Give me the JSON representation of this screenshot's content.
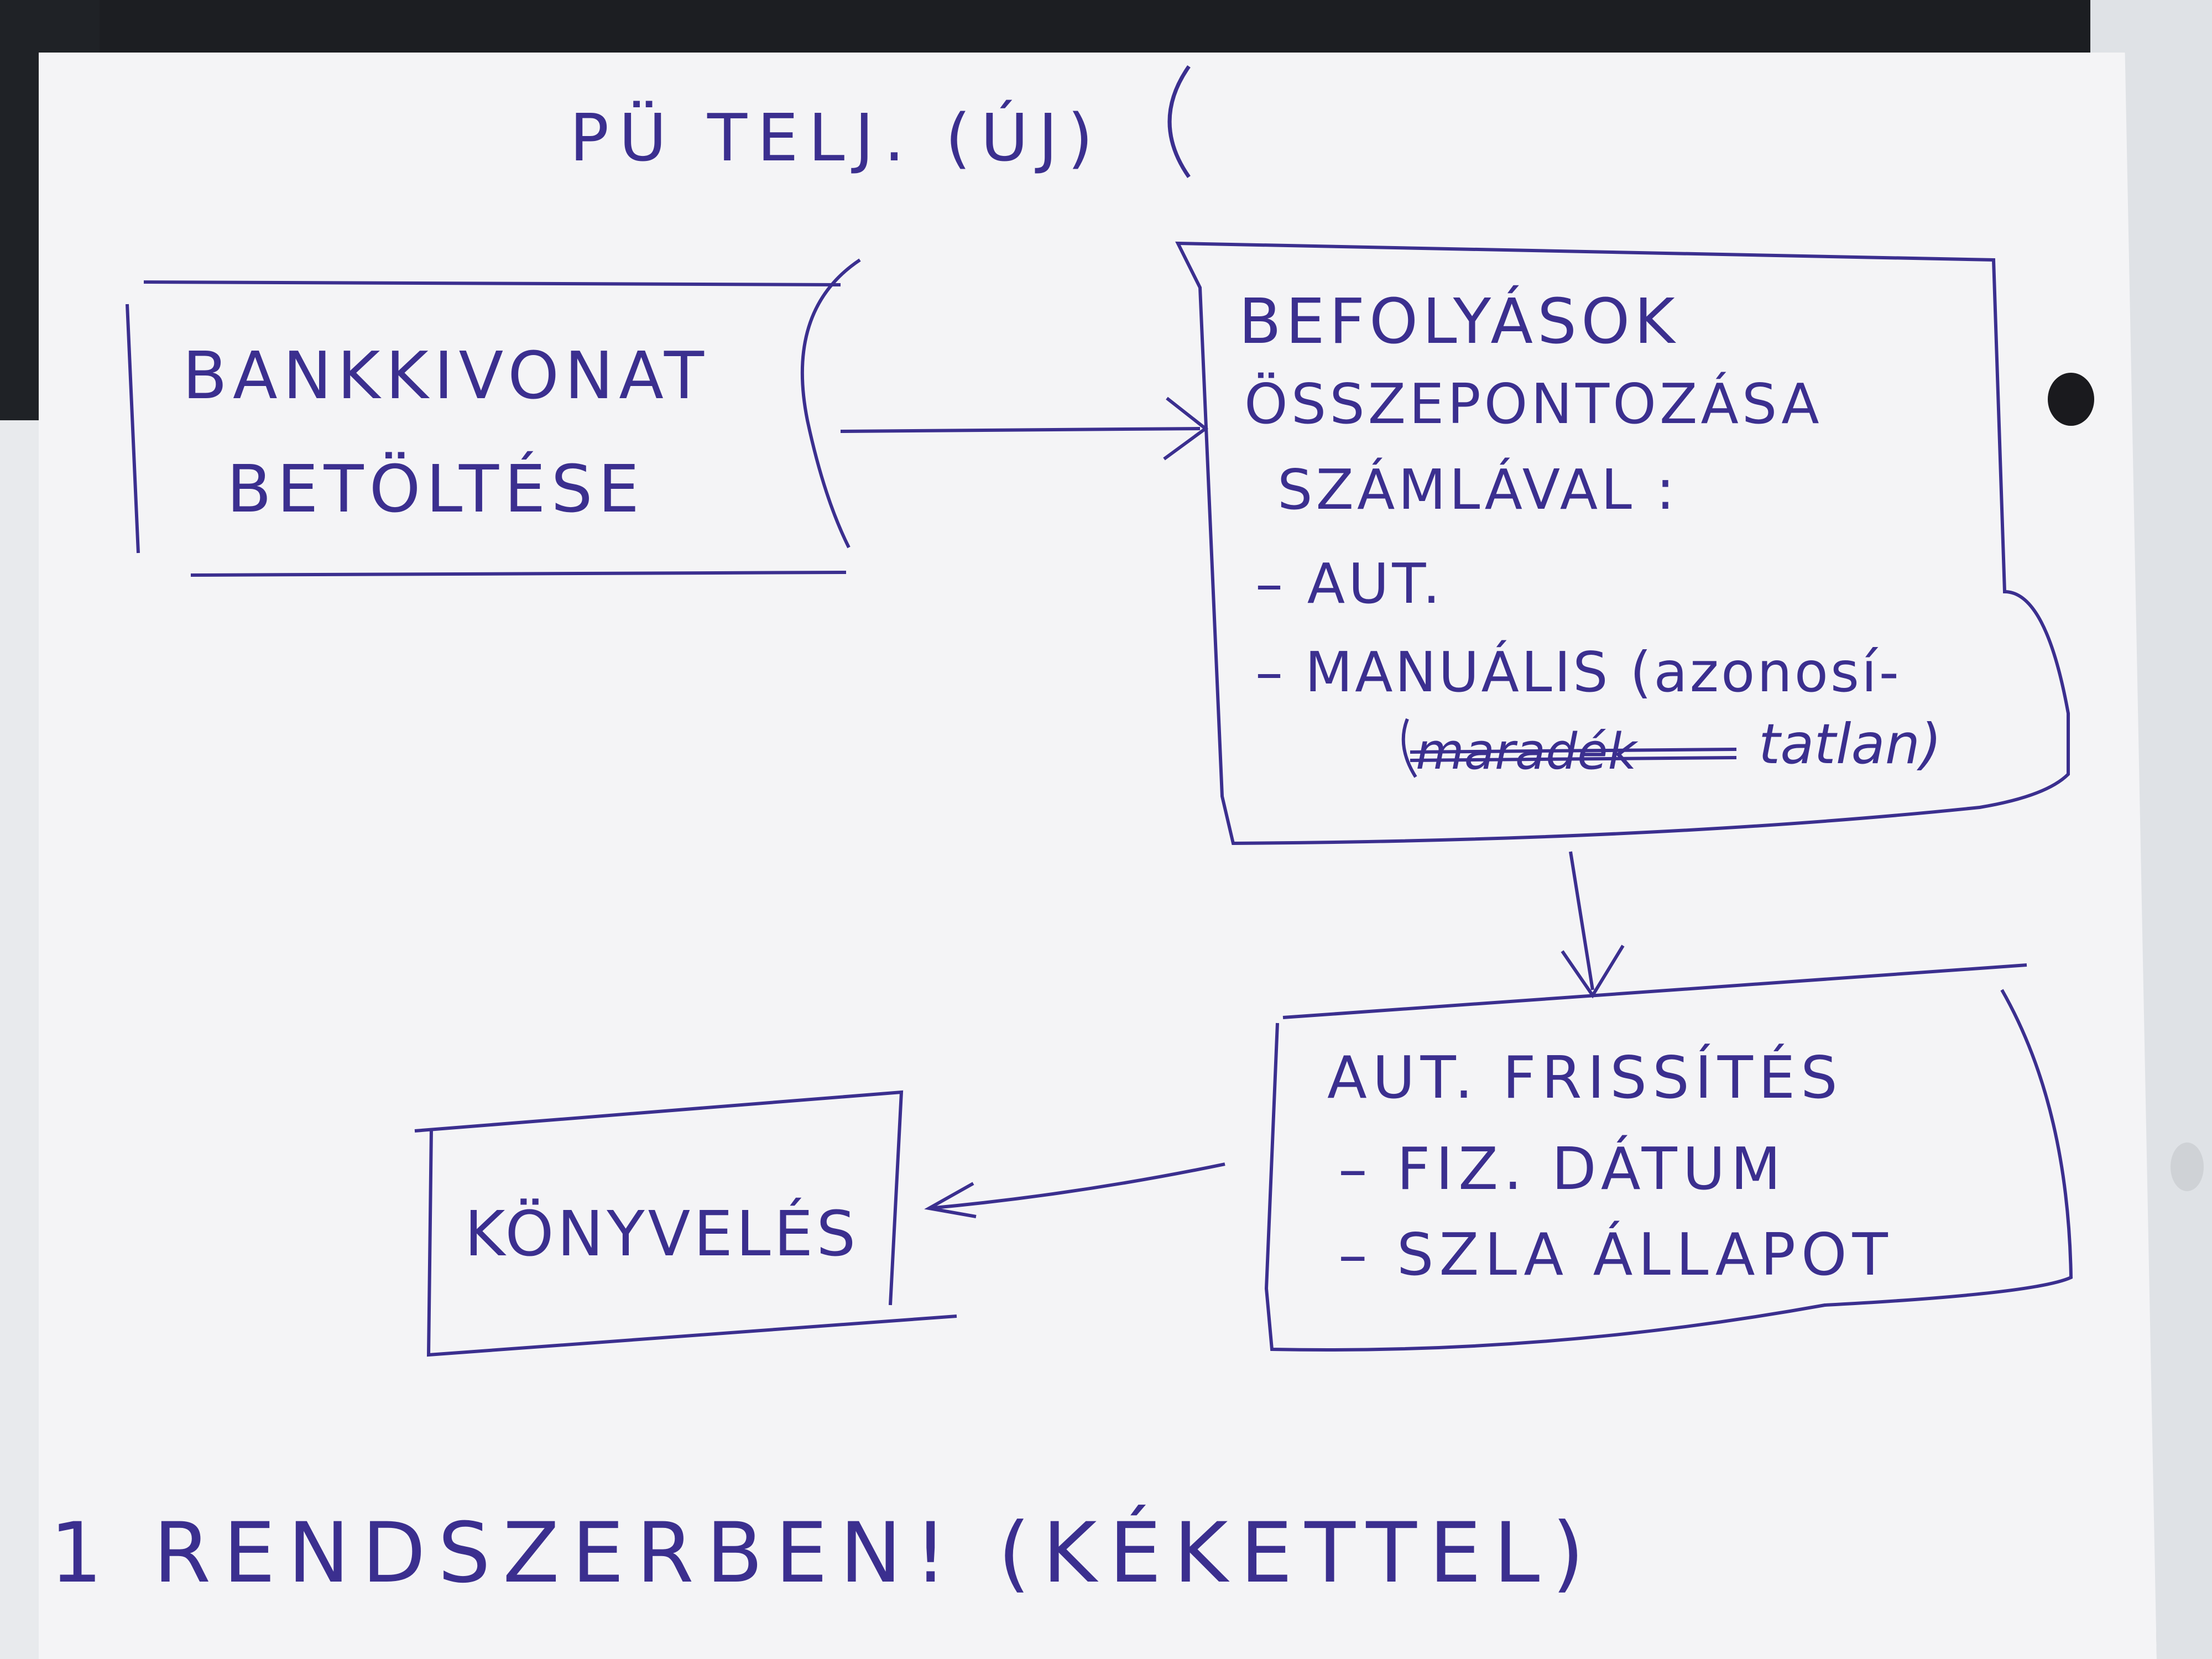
{
  "title": "PÜ TELJ. (ÚJ)",
  "boxes": {
    "load": {
      "line1": "BANKKIVONAT",
      "line2": "BETÖLTÉSE"
    },
    "match": {
      "line1": "BEFOLYÁSOK",
      "line2": "ÖSSZEPONTOZÁSA",
      "line3": "SZÁMLÁVAL :",
      "bullet1": "– AUT.",
      "bullet2": "– MANUÁLIS (azonosí-",
      "crossed": "maradék",
      "cont": "tatlan)"
    },
    "refresh": {
      "line1": "AUT. FRISSÍTÉS",
      "bullet1": "– FIZ. DÁTUM",
      "bullet2": "– SZLA ÁLLAPOT"
    },
    "booking": {
      "line1": "KÖNYVELÉS"
    }
  },
  "footer": {
    "text": "1 RENDSZERBEN! (KÉKETTEL)"
  },
  "colors": {
    "ink": "#3b2f8f",
    "paper": "#f4f4f6"
  }
}
